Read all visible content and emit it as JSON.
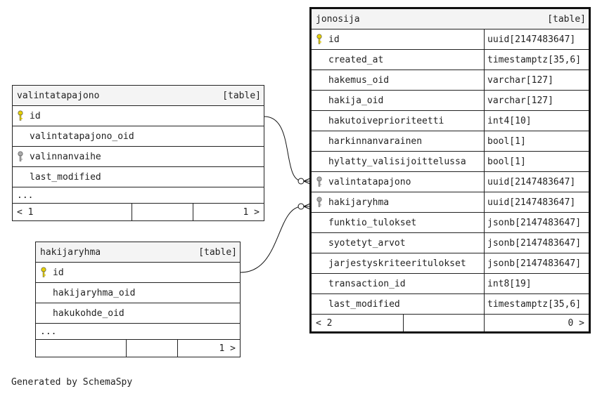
{
  "colors": {
    "pk_key": "#e6d000",
    "fk_key": "#aaaaaa",
    "line": "#111111"
  },
  "tables": {
    "valintatapajono": {
      "name": "valintatapajono",
      "kind": "[table]",
      "columns": [
        {
          "name": "id",
          "key": "pk-key-icon"
        },
        {
          "name": "valintatapajono_oid",
          "key": ""
        },
        {
          "name": "valinnanvaihe",
          "key": "fk-key-icon"
        },
        {
          "name": "last_modified",
          "key": ""
        }
      ],
      "more": "...",
      "footer": {
        "left": "< 1",
        "right": "1 >"
      }
    },
    "hakijaryhma": {
      "name": "hakijaryhma",
      "kind": "[table]",
      "columns": [
        {
          "name": "id",
          "key": "pk-key-icon"
        },
        {
          "name": "hakijaryhma_oid",
          "key": ""
        },
        {
          "name": "hakukohde_oid",
          "key": ""
        }
      ],
      "more": "...",
      "footer": {
        "left": "",
        "right": "1 >"
      }
    },
    "jonosija": {
      "name": "jonosija",
      "kind": "[table]",
      "columns": [
        {
          "name": "id",
          "type": "uuid[2147483647]",
          "key": "pk-key-icon"
        },
        {
          "name": "created_at",
          "type": "timestamptz[35,6]",
          "key": ""
        },
        {
          "name": "hakemus_oid",
          "type": "varchar[127]",
          "key": ""
        },
        {
          "name": "hakija_oid",
          "type": "varchar[127]",
          "key": ""
        },
        {
          "name": "hakutoiveprioriteetti",
          "type": "int4[10]",
          "key": ""
        },
        {
          "name": "harkinnanvarainen",
          "type": "bool[1]",
          "key": ""
        },
        {
          "name": "hylatty_valisijoittelussa",
          "type": "bool[1]",
          "key": ""
        },
        {
          "name": "valintatapajono",
          "type": "uuid[2147483647]",
          "key": "fk-key-icon"
        },
        {
          "name": "hakijaryhma",
          "type": "uuid[2147483647]",
          "key": "fk-key-icon"
        },
        {
          "name": "funktio_tulokset",
          "type": "jsonb[2147483647]",
          "key": ""
        },
        {
          "name": "syotetyt_arvot",
          "type": "jsonb[2147483647]",
          "key": ""
        },
        {
          "name": "jarjestyskriteeritulokset",
          "type": "jsonb[2147483647]",
          "key": ""
        },
        {
          "name": "transaction_id",
          "type": "int8[19]",
          "key": ""
        },
        {
          "name": "last_modified",
          "type": "timestamptz[35,6]",
          "key": ""
        }
      ],
      "footer": {
        "left": "< 2",
        "right": "0 >"
      }
    }
  },
  "credit": "Generated by SchemaSpy"
}
